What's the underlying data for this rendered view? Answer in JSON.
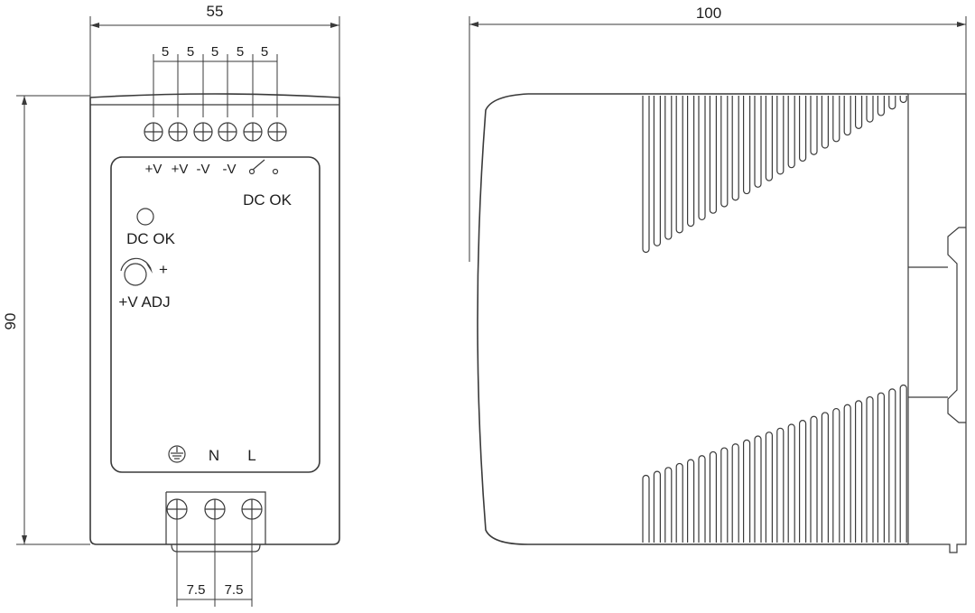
{
  "front_view": {
    "width_dim": "55",
    "height_dim": "90",
    "terminal_pitch_top": [
      "5",
      "5",
      "5",
      "5",
      "5"
    ],
    "terminal_labels_top": [
      "+V",
      "+V",
      "-V",
      "-V"
    ],
    "relay_label": "DC OK",
    "led_label": "DC OK",
    "adjust_symbol": "+",
    "adjust_label": "+V ADJ",
    "input_labels": [
      "N",
      "L"
    ],
    "ground_symbol": "earth-ground-icon",
    "terminal_pitch_bottom": [
      "7.5",
      "7.5"
    ]
  },
  "side_view": {
    "depth_dim": "100"
  },
  "colors": {
    "line": "#3a3a3a",
    "text": "#1e1e1e",
    "background": "#ffffff"
  }
}
